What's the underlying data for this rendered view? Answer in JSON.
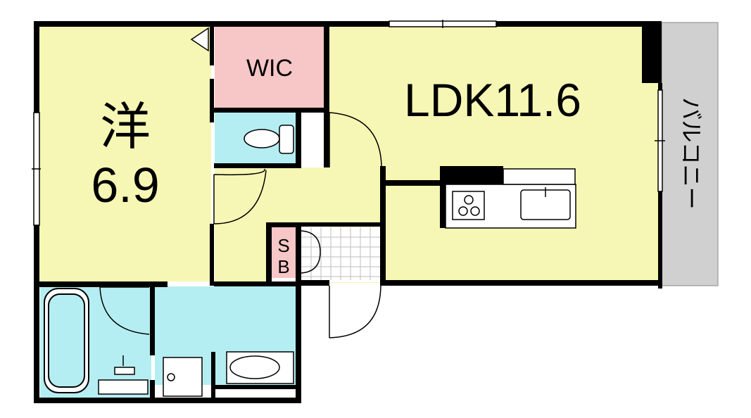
{
  "rooms": {
    "western": {
      "label": "洋",
      "size": "6.9"
    },
    "ldk": {
      "label": "LDK11.6"
    },
    "wic": {
      "label": "WIC"
    },
    "sb": {
      "line1": "S",
      "line2": "B"
    },
    "balcony": {
      "label": "バルコニー"
    }
  },
  "colors": {
    "room_yellow": "#f7f7b5",
    "wet_blue": "#b5eef2",
    "storage_pink": "#f7c6c6",
    "balcony_gray": "#d0d0d0",
    "wall": "#000000"
  }
}
